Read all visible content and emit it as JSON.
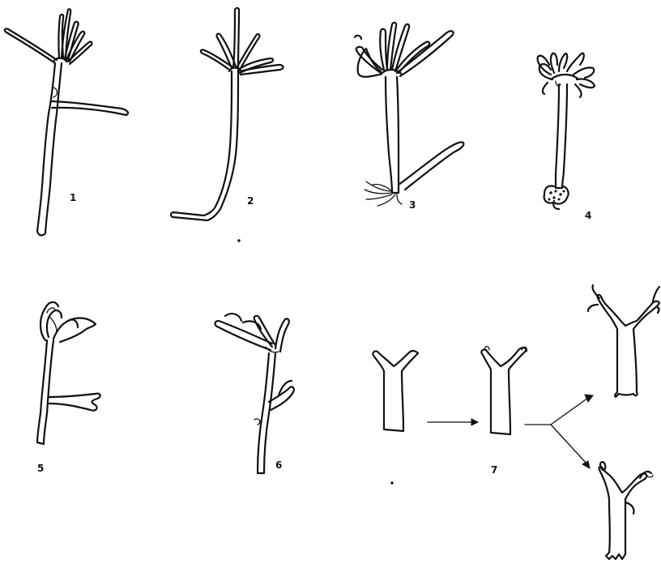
{
  "figures": [
    {
      "id": "fig-1",
      "label": "1"
    },
    {
      "id": "fig-2",
      "label": "2"
    },
    {
      "id": "fig-3",
      "label": "3"
    },
    {
      "id": "fig-4",
      "label": "4"
    },
    {
      "id": "fig-5",
      "label": "5"
    },
    {
      "id": "fig-6",
      "label": "6"
    },
    {
      "id": "fig-7",
      "label": "7"
    }
  ]
}
